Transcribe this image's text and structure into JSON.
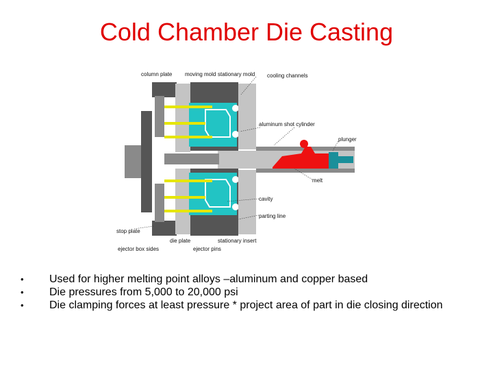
{
  "title": "Cold Chamber Die Casting",
  "diagram_labels": {
    "aluminum_plate": "column plate",
    "die_insert_1": "moving mold",
    "stationary_insert_top": "stationary mold",
    "cooling_channels": "cooling channels",
    "shot_cylinder": "aluminum shot cylinder",
    "plunger": "plunger",
    "melt": "melt",
    "cavity": "cavity",
    "parting_line": "parting line",
    "stop_plate": "stop plate",
    "ejector_box_sides": "ejector box sides",
    "die_plate_bottom": "die plate",
    "stationary_insert_bottom": "stationary insert",
    "ejector_pins": "ejector pins"
  },
  "colors": {
    "title": "#e00000",
    "cavity": "#22c4c4",
    "melt": "#ee1111",
    "pins": "#e6e600",
    "steel_dark": "#555555",
    "steel_mid": "#8a8a8a",
    "steel_light": "#c4c4c4",
    "plunger_rod": "#1a8f9a"
  },
  "bullets": [
    "Used for higher melting point alloys –aluminum and copper based",
    "Die pressures from 5,000 to 20,000 psi",
    "Die clamping forces  at least pressure * project area of part in die closing direction"
  ],
  "bullet_marker": "•"
}
